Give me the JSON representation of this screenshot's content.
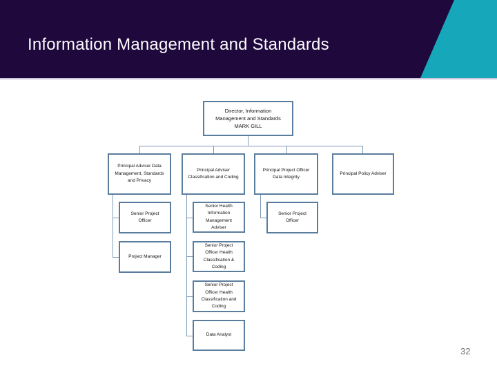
{
  "slide": {
    "title": "Information Management and Standards",
    "page_number": "32"
  },
  "colors": {
    "header_background": "#1e083c",
    "accent_teal": "#16a8ba",
    "header_divider": "#cdc5dc",
    "node_border": "#5a7d9e",
    "connector": "#7e99b6",
    "page_number": "#737373"
  },
  "org": {
    "root": {
      "label": "Director, Information Management and Standards MARK GILL",
      "lines": [
        "Director, Information",
        "Management and Standards",
        "MARK GILL"
      ]
    },
    "branches": [
      {
        "label": "Principal Adviser Data Management, Standards and Privacy",
        "children": [
          "Senior Project Officer",
          "Project Manager"
        ]
      },
      {
        "label": "Principal Adviser Classification and Coding",
        "children": [
          "Senior Health Information Management Adviser",
          "Senior Project Officer Health Classification & Coding",
          "Senior Project Officer Health Classification and Coding",
          "Data Analyst"
        ]
      },
      {
        "label": "Principal Project Officer Data Integrity",
        "children": [
          "Senior Project Officer"
        ]
      },
      {
        "label": "Principal Policy Adviser",
        "children": []
      }
    ]
  }
}
